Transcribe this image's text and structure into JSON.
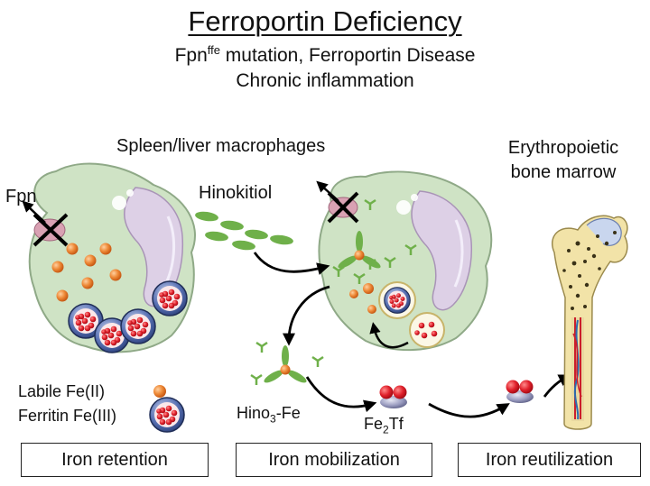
{
  "title": "Ferroportin Deficiency",
  "subtitle": {
    "fpn": "Fpn",
    "superscript": "ffe",
    "rest": " mutation, Ferroportin Disease",
    "line2": "Chronic inflammation"
  },
  "labels": {
    "macrophages": "Spleen/liver macrophages",
    "marrow_line1": "Erythropoietic",
    "marrow_line2": "bone marrow",
    "fpn": "Fpn",
    "hinokitiol": "Hinokitiol",
    "hino_prefix": "Hino",
    "hino_sub": "3",
    "hino_suffix": "-Fe",
    "fe2tf_prefix": "Fe",
    "fe2tf_sub": "2",
    "fe2tf_suffix": "Tf"
  },
  "legend": {
    "labile": "Labile Fe(II)",
    "ferritin": "Ferritin Fe(III)"
  },
  "boxes": {
    "retention": "Iron retention",
    "mobilization": "Iron mobilization",
    "reutilization": "Iron reutilization"
  },
  "colors": {
    "cell": "#cfe3c5",
    "cell_outline": "#8fa987",
    "nucleus": "#ddd0e6",
    "labile_iron": "#e8782a",
    "ferritin_shell": "#35508e",
    "ferritin_core": "#cc1d2b",
    "hinokitiol": "#6fb04a",
    "fpn_channel": "#d9a1b3",
    "bone": "#f2e3a8"
  },
  "icons": [
    "blocked-channel-icon",
    "hinokitiol-molecule-icon",
    "transferrin-icon",
    "bone-icon"
  ]
}
